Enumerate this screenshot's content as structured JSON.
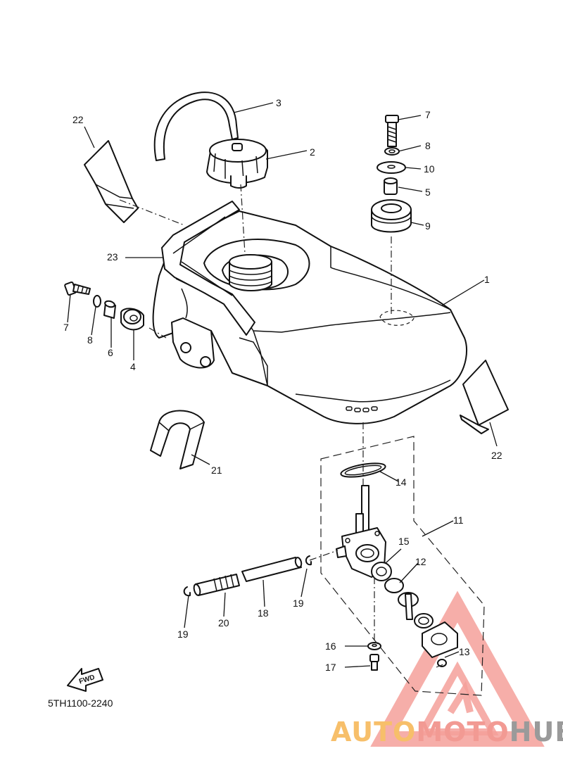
{
  "diagram": {
    "callouts": [
      {
        "id": "c1",
        "text": "1"
      },
      {
        "id": "c2",
        "text": "2"
      },
      {
        "id": "c3",
        "text": "3"
      },
      {
        "id": "c4",
        "text": "4"
      },
      {
        "id": "c5",
        "text": "5"
      },
      {
        "id": "c6",
        "text": "6"
      },
      {
        "id": "c7a",
        "text": "7"
      },
      {
        "id": "c7b",
        "text": "7"
      },
      {
        "id": "c8a",
        "text": "8"
      },
      {
        "id": "c8b",
        "text": "8"
      },
      {
        "id": "c9",
        "text": "9"
      },
      {
        "id": "c10",
        "text": "10"
      },
      {
        "id": "c11",
        "text": "11"
      },
      {
        "id": "c12",
        "text": "12"
      },
      {
        "id": "c13",
        "text": "13"
      },
      {
        "id": "c14",
        "text": "14"
      },
      {
        "id": "c15",
        "text": "15"
      },
      {
        "id": "c16",
        "text": "16"
      },
      {
        "id": "c17",
        "text": "17"
      },
      {
        "id": "c18",
        "text": "18"
      },
      {
        "id": "c19a",
        "text": "19"
      },
      {
        "id": "c19b",
        "text": "19"
      },
      {
        "id": "c20",
        "text": "20"
      },
      {
        "id": "c21",
        "text": "21"
      },
      {
        "id": "c22a",
        "text": "22"
      },
      {
        "id": "c22b",
        "text": "22"
      },
      {
        "id": "c23",
        "text": "23"
      }
    ],
    "diagram_code": "5TH1100-2240",
    "fwd_label": "FWD"
  },
  "watermark": {
    "brand_part1": "AUTO",
    "brand_part2": "MOTO",
    "brand_part3": "HUB",
    "colors": {
      "orange": "#f7bf6a",
      "red": "#f29a93",
      "gray": "#9a9a9a"
    }
  }
}
